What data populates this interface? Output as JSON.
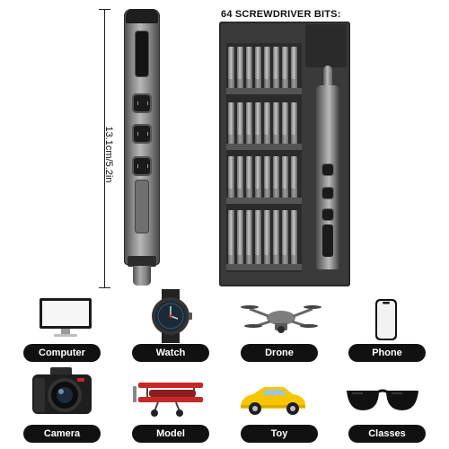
{
  "dimension_label": "13.1cm/5.2in",
  "case_title": "64 SCREWDRIVER BITS:",
  "devices": [
    {
      "label": "Computer",
      "icon": "computer-monitor-icon"
    },
    {
      "label": "Watch",
      "icon": "smart-watch-icon"
    },
    {
      "label": "Drone",
      "icon": "drone-icon"
    },
    {
      "label": "Phone",
      "icon": "phone-icon"
    },
    {
      "label": "Camera",
      "icon": "camera-icon"
    },
    {
      "label": "Model",
      "icon": "biplane-model-icon"
    },
    {
      "label": "Toy",
      "icon": "toy-car-icon"
    },
    {
      "label": "Classes",
      "icon": "sunglasses-icon"
    }
  ],
  "colors": {
    "label_background": "#111111",
    "label_text": "#ffffff",
    "tool_metal": "#8c8c8c",
    "case_dark": "#3a3a3a"
  }
}
